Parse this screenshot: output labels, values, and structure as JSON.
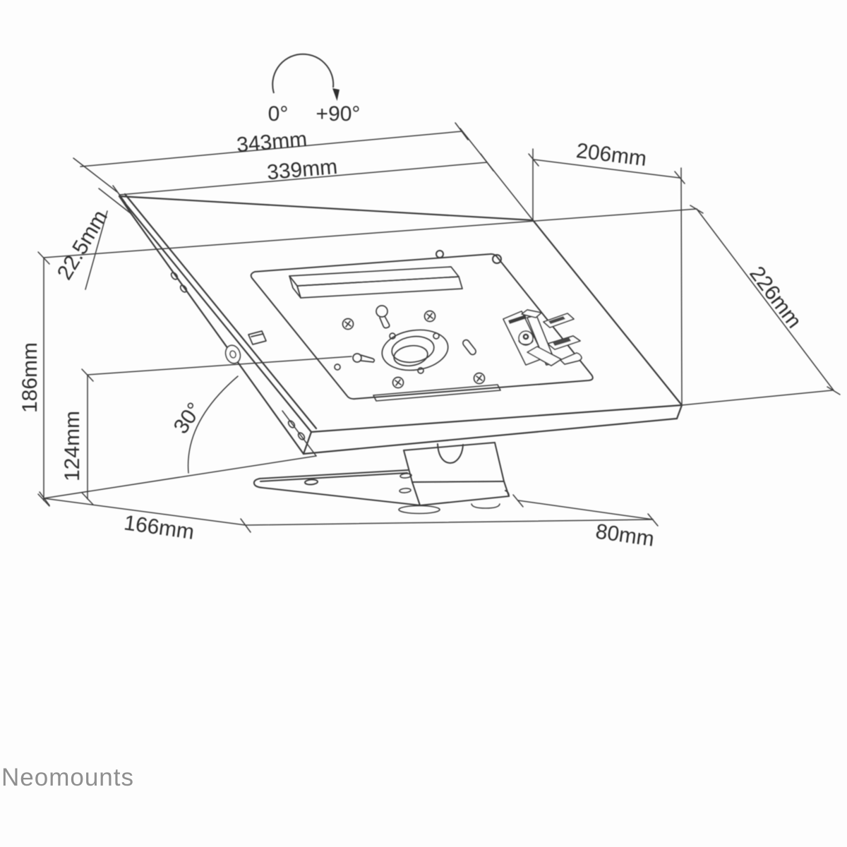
{
  "diagram": {
    "type": "technical-dimension-drawing",
    "subject": "tablet kiosk countertop stand",
    "brand": "Neomounts",
    "rotation_indicator": {
      "start_label": "0°",
      "end_label": "+90°"
    },
    "dimensions": {
      "width_outer": "343mm",
      "width_inner": "339mm",
      "depth_top": "206mm",
      "depth_side": "226mm",
      "enclosure_thickness": "22.5mm",
      "height_total": "186mm",
      "height_pivot": "124mm",
      "tilt_angle": "30°",
      "base_depth": "166mm",
      "base_width": "80mm"
    },
    "colors": {
      "line": "#3c3c3c",
      "text": "#2e2e2e",
      "brand_text": "#8f8f8f",
      "background": "#fdfdfd"
    }
  }
}
